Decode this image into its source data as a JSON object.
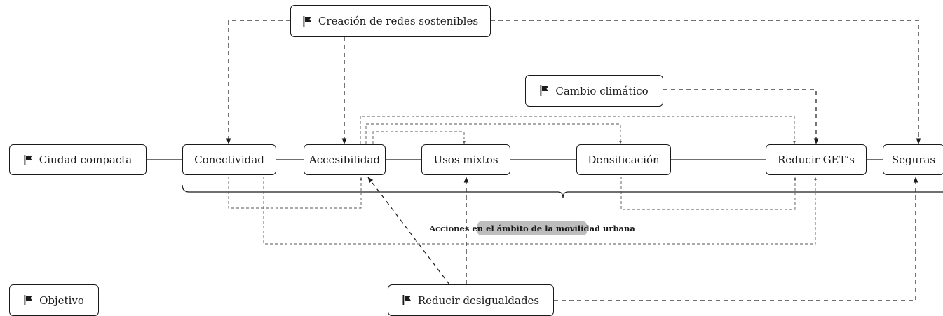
{
  "nodes": {
    "ciudad_compacta": "Ciudad compacta",
    "conectividad": "Conectividad",
    "accesibilidad": "Accesibilidad",
    "usos_mixtos": "Usos mixtos",
    "densificacion": "Densificación",
    "reducir_gets": "Reducir GET’s",
    "seguras": "Seguras",
    "creacion_redes": "Creación de redes sostenibles",
    "cambio_climatico": "Cambio climático",
    "reducir_desigualdades": "Reducir desigualdades",
    "objetivo": "Objetivo"
  },
  "brace_caption": "Acciones en el ámbito de la movilidad urbana",
  "icons": {
    "objective_marker": "flag-icon"
  },
  "colors": {
    "stroke": "#1a1a1a",
    "caption_bg": "#bdbdbd",
    "dashed_light": "#555555"
  }
}
